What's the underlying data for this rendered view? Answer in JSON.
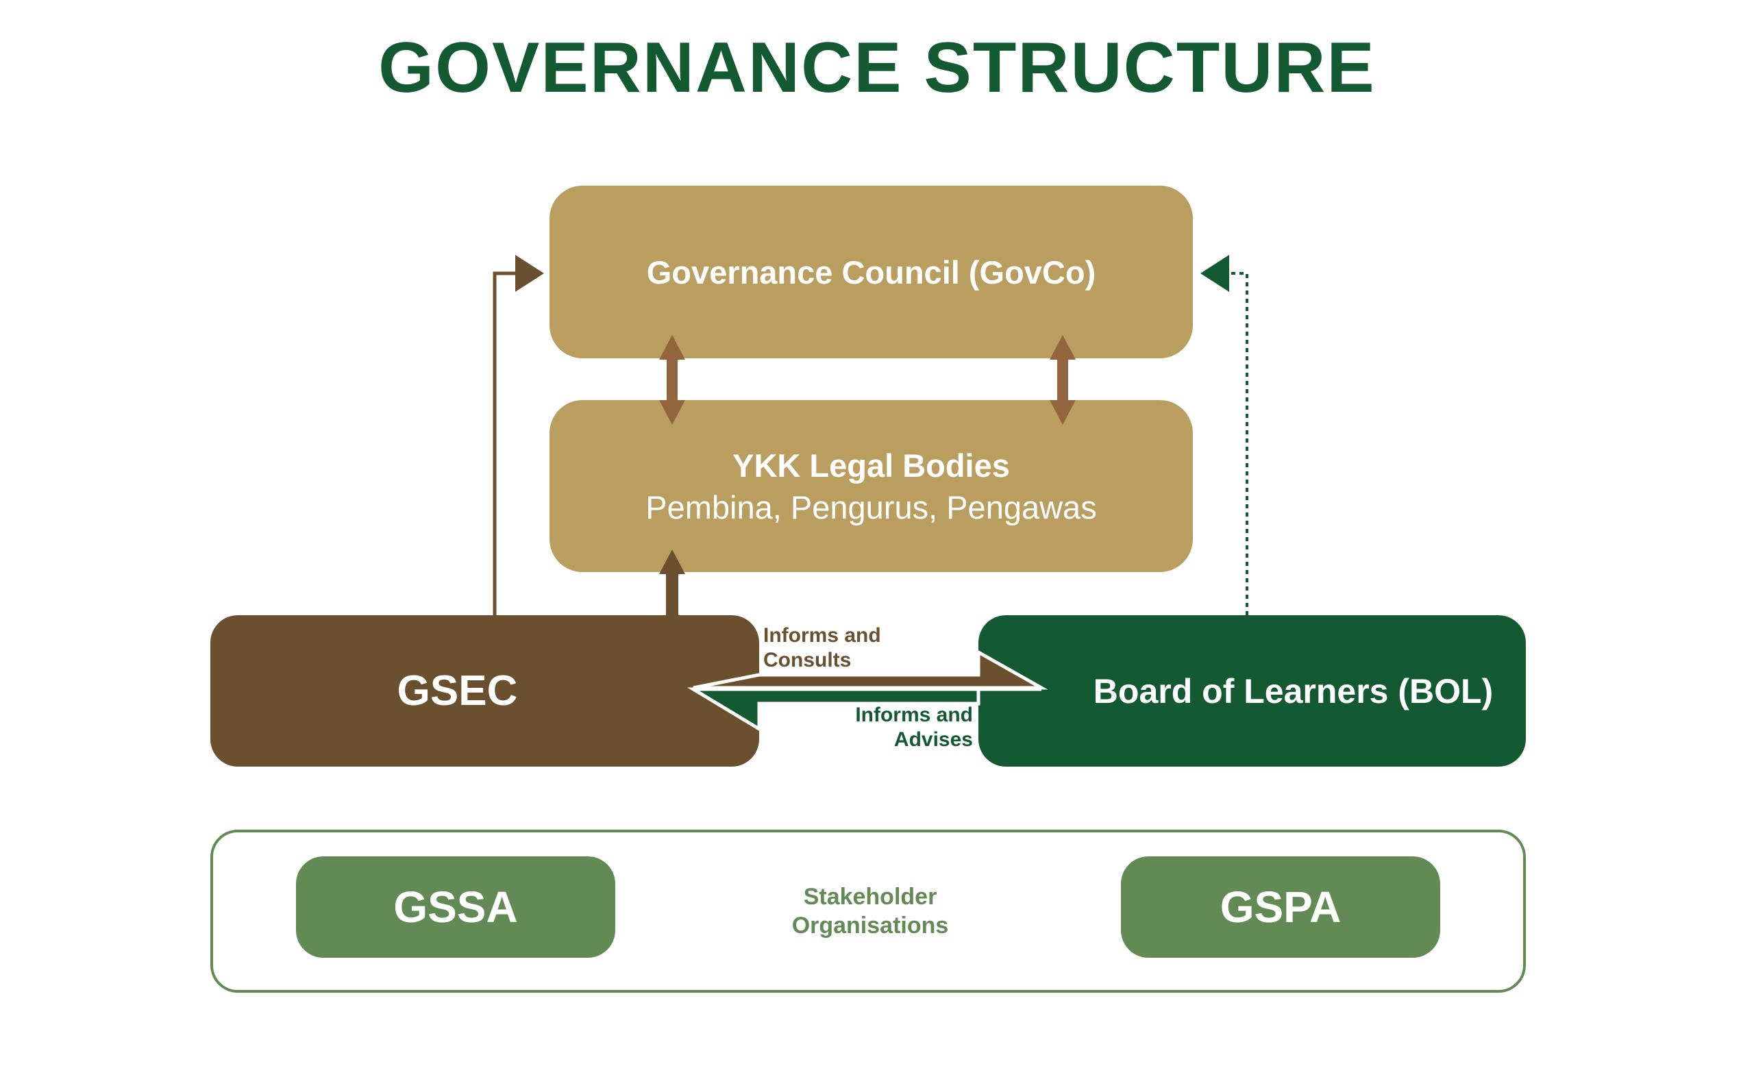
{
  "title": "GOVERNANCE STRUCTURE",
  "nodes": {
    "govco": "Governance Council (GovCo)",
    "ykk_title": "YKK Legal Bodies",
    "ykk_subtitle": "Pembina, Pengurus, Pengawas",
    "gsec": "GSEC",
    "bol": "Board of Learners (BOL)",
    "gssa": "GSSA",
    "gspa": "GSPA",
    "stakeholder": "Stakeholder Organisations"
  },
  "edges": {
    "gsec_to_bol": "Informs and Consults",
    "bol_to_gsec": "Informs and Advises"
  },
  "colors": {
    "title": "#135A32",
    "gold": "#B99E5F",
    "brown": "#6B5030",
    "arrow_brown": "#94643F",
    "green": "#135A32",
    "stakeholder_green": "#628A55"
  }
}
